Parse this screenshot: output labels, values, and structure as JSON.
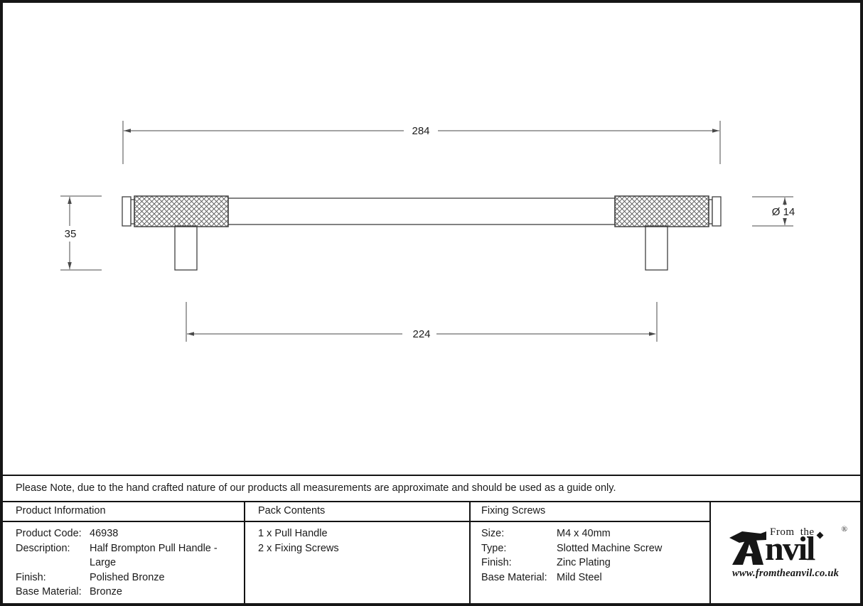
{
  "drawing": {
    "dim_overall_length": "284",
    "dim_fixing_centres": "224",
    "dim_projection": "35",
    "dim_diameter": "Ø 14"
  },
  "note": {
    "text": "Please Note, due to the hand crafted nature of our products all measurements are approximate and should be used as a guide only."
  },
  "table": {
    "product_information": {
      "header": "Product Information",
      "rows": [
        {
          "label": "Product Code:",
          "value": "46938"
        },
        {
          "label": "Description:",
          "value": "Half Brompton Pull Handle - Large"
        },
        {
          "label": "Finish:",
          "value": "Polished Bronze"
        },
        {
          "label": "Base Material:",
          "value": "Bronze"
        }
      ]
    },
    "pack_contents": {
      "header": "Pack Contents",
      "items": [
        "1 x Pull Handle",
        "2 x Fixing Screws"
      ]
    },
    "fixing_screws": {
      "header": "Fixing Screws",
      "rows": [
        {
          "label": "Size:",
          "value": "M4 x 40mm"
        },
        {
          "label": "Type:",
          "value": "Slotted Machine Screw"
        },
        {
          "label": "Finish:",
          "value": "Zinc Plating"
        },
        {
          "label": "Base Material:",
          "value": "Mild Steel"
        }
      ]
    }
  },
  "logo": {
    "prefix": "From the",
    "brand": "Anvil",
    "brand_suffix": "nvil",
    "registered": "®",
    "url": "www.fromtheanvil.co.uk"
  },
  "colors": {
    "drawing_line": "#4a4a4a",
    "table_border": "#131313",
    "text": "#1a1a1a"
  }
}
